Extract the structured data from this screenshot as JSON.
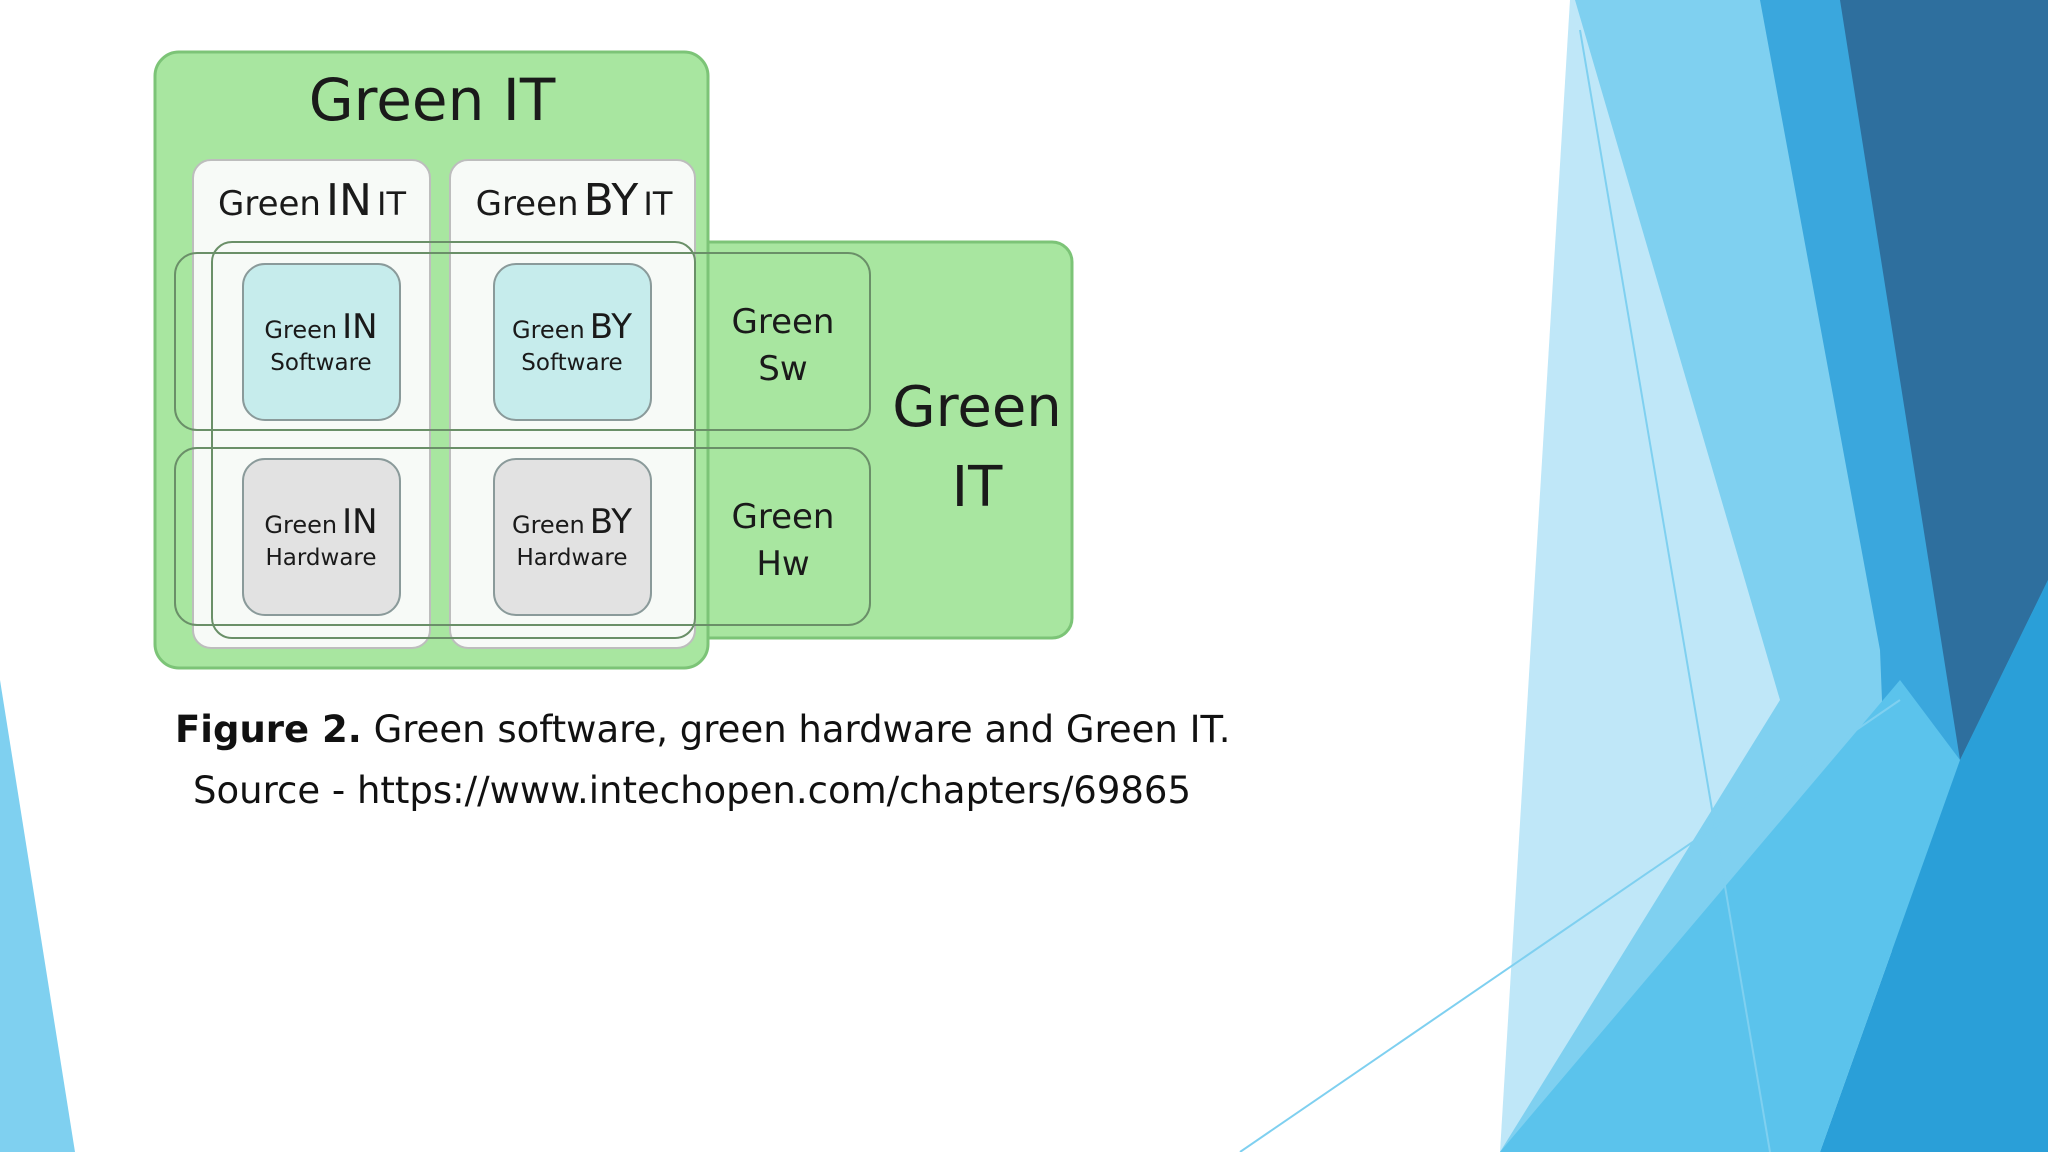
{
  "diagram": {
    "outer_green_it": {
      "title": "Green IT"
    },
    "green_in_it": {
      "word_green": "Green",
      "word_in": "IN",
      "word_it": "IT"
    },
    "green_by_it": {
      "word_green": "Green",
      "word_by": "BY",
      "word_it": "IT"
    },
    "right_green_it": {
      "line1": "Green",
      "line2": "IT"
    },
    "green_sw": {
      "line1": "Green",
      "line2": "Sw"
    },
    "green_hw": {
      "line1": "Green",
      "line2": "Hw"
    },
    "cells": {
      "in_software": {
        "word_green": "Green",
        "word_key": "IN",
        "line2": "Software"
      },
      "by_software": {
        "word_green": "Green",
        "word_key": "BY",
        "line2": "Software"
      },
      "in_hardware": {
        "word_green": "Green",
        "word_key": "IN",
        "line2": "Hardware"
      },
      "by_hardware": {
        "word_green": "Green",
        "word_key": "BY",
        "line2": "Hardware"
      }
    }
  },
  "caption": {
    "label": "Figure 2.",
    "text": " Green software, green hardware and Green IT.",
    "source": "Source - https://www.intechopen.com/chapters/69865"
  },
  "colors": {
    "green_fill": "#a8e6a0",
    "green_stroke": "#6fbf6a",
    "cyan_cell": "#c8eeee",
    "gray_cell": "#e4e4e4",
    "decor_dark": "#2e6f9e",
    "decor_mid": "#2a9fd8",
    "decor_light": "#7fd0f0"
  }
}
